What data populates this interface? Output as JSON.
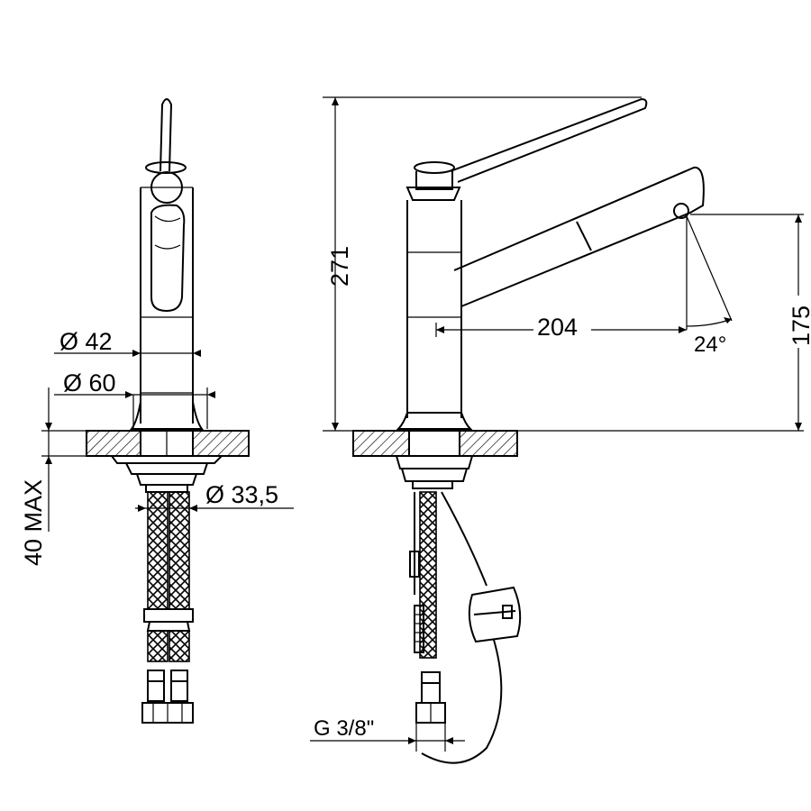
{
  "dimensions": {
    "d42": "Ø 42",
    "d60": "Ø 60",
    "d335": "Ø 33,5",
    "max40": "40 MAX",
    "h271": "271",
    "r204": "204",
    "h175": "175",
    "angle": "24°",
    "thread": "G 3/8\""
  }
}
